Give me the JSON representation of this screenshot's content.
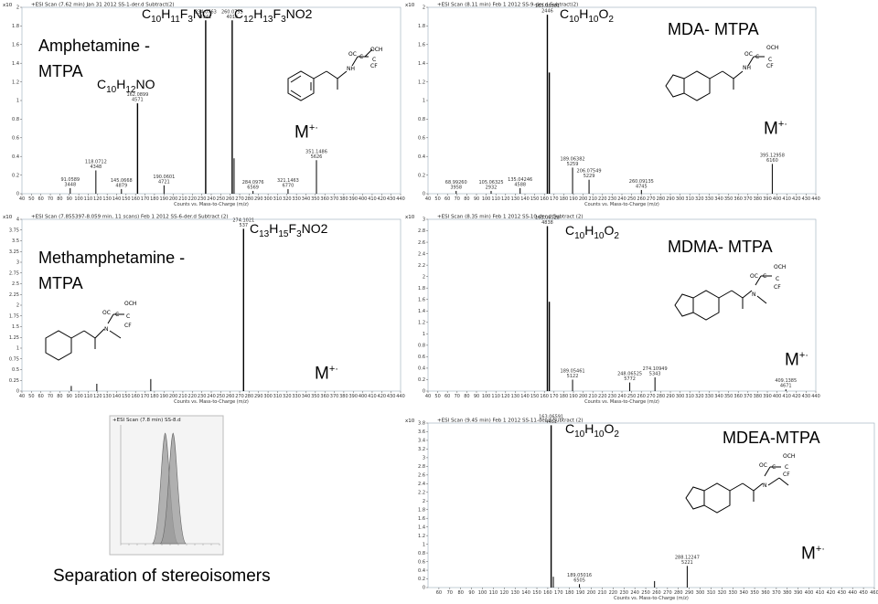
{
  "caption": "Separation of stereoisomers",
  "chart_data": [
    {
      "type": "bar",
      "header": "+ESI Scan (7.62 min) Jan 31 2012 SS-1-der.d Subtract(2)",
      "scale_label": "x10",
      "xlabel": "Counts vs. Mass-to-Charge (m/z)",
      "xlim": [
        40,
        440
      ],
      "ylim": [
        0,
        2.0
      ],
      "yticks": [
        "0",
        "0.2",
        "0.4",
        "0.6",
        "0.8",
        "1",
        "1.2",
        "1.4",
        "1.6",
        "1.8",
        "2"
      ],
      "xticks": [
        "40",
        "50",
        "60",
        "70",
        "80",
        "90",
        "100",
        "110",
        "120",
        "130",
        "140",
        "150",
        "160",
        "170",
        "180",
        "190",
        "200",
        "210",
        "220",
        "230",
        "240",
        "250",
        "260",
        "270",
        "280",
        "290",
        "300",
        "310",
        "320",
        "330",
        "340",
        "350",
        "360",
        "370",
        "380",
        "390",
        "400",
        "410",
        "420",
        "430",
        "440"
      ],
      "compound": "Amphetamine -\nMTPA",
      "formulas": [
        {
          "main": "C",
          "sub1": "10",
          "mid1": "H",
          "sub2": "11",
          "mid2": "F",
          "sub3": "3",
          "tail": "NO"
        },
        {
          "main": "C",
          "sub1": "12",
          "mid1": "H",
          "sub2": "13",
          "mid2": "F",
          "sub3": "3",
          "tail": "NO2"
        },
        {
          "main": "C",
          "sub1": "10",
          "mid1": "H",
          "sub2": "12",
          "mid2": "",
          "sub3": "",
          "tail": "NO"
        }
      ],
      "molecular_ion": "M",
      "molecular_ion_sup": "+·",
      "peaks": [
        {
          "x": 91.0,
          "y": 0.06,
          "label": "91.0589",
          "label2": "3448"
        },
        {
          "x": 118.1,
          "y": 0.25,
          "label": "118.0712",
          "label2": "4348"
        },
        {
          "x": 145.1,
          "y": 0.05,
          "label": "145.0668",
          "label2": "4879"
        },
        {
          "x": 162.1,
          "y": 0.97,
          "label": "162.0899",
          "label2": "4571"
        },
        {
          "x": 190.1,
          "y": 0.09,
          "label": "190.0601",
          "label2": "4721"
        },
        {
          "x": 234.1,
          "y": 1.86,
          "label": "234.0763",
          "label2": "4341"
        },
        {
          "x": 262.1,
          "y": 1.86,
          "label": "260.0755",
          "label2": "4016"
        },
        {
          "x": 264.1,
          "y": 0.38,
          "label": "",
          "label2": ""
        },
        {
          "x": 284.1,
          "y": 0.03,
          "label": "284.0976",
          "label2": "6569"
        },
        {
          "x": 321.1,
          "y": 0.05,
          "label": "321.1463",
          "label2": "6770"
        },
        {
          "x": 351.1,
          "y": 0.36,
          "label": "351.1486",
          "label2": "5626"
        }
      ]
    },
    {
      "type": "bar",
      "header": "+ESI Scan (8.11 min) Feb 1 2012 SS-9-der.d Subtract(2)",
      "scale_label": "x10",
      "xlabel": "Counts vs. Mass-to-Charge (m/z)",
      "xlim": [
        40,
        440
      ],
      "ylim": [
        0,
        2.0
      ],
      "yticks": [
        "0",
        "0.2",
        "0.4",
        "0.6",
        "0.8",
        "1",
        "1.2",
        "1.4",
        "1.6",
        "1.8",
        "2"
      ],
      "xticks": [
        "40",
        "50",
        "60",
        "70",
        "80",
        "90",
        "100",
        "110",
        "120",
        "130",
        "140",
        "150",
        "160",
        "170",
        "180",
        "190",
        "200",
        "210",
        "220",
        "230",
        "240",
        "250",
        "260",
        "270",
        "280",
        "290",
        "300",
        "310",
        "320",
        "330",
        "340",
        "350",
        "360",
        "370",
        "380",
        "390",
        "400",
        "410",
        "420",
        "430",
        "440"
      ],
      "compound": "MDA- MTPA",
      "formulas": [
        {
          "main": "C",
          "sub1": "10",
          "mid1": "H",
          "sub2": "10",
          "mid2": "O",
          "sub3": "2",
          "tail": ""
        }
      ],
      "molecular_ion": "M",
      "molecular_ion_sup": "+·",
      "peaks": [
        {
          "x": 69.0,
          "y": 0.03,
          "label": "68.99260",
          "label2": "3958"
        },
        {
          "x": 105.1,
          "y": 0.03,
          "label": "105.06325",
          "label2": "2932"
        },
        {
          "x": 135.0,
          "y": 0.06,
          "label": "135.04246",
          "label2": "4588"
        },
        {
          "x": 163.1,
          "y": 1.92,
          "label": "163.08301",
          "label2": "2446"
        },
        {
          "x": 165.1,
          "y": 1.3,
          "label": "",
          "label2": ""
        },
        {
          "x": 189.1,
          "y": 0.28,
          "label": "189.06382",
          "label2": "5259"
        },
        {
          "x": 206.1,
          "y": 0.15,
          "label": "206.07549",
          "label2": "5229"
        },
        {
          "x": 260.1,
          "y": 0.04,
          "label": "260.09135",
          "label2": "4745"
        },
        {
          "x": 395.1,
          "y": 0.32,
          "label": "395.12958",
          "label2": "6160"
        }
      ]
    },
    {
      "type": "bar",
      "header": "+ESI Scan (7.855397-8.059 min, 11 scans) Feb 1 2012 SS-6-der.d Subtract (2)",
      "scale_label": "x10",
      "xlabel": "Counts vs. Mass-to-Charge (m/z)",
      "xlim": [
        40,
        440
      ],
      "ylim": [
        0,
        4.0
      ],
      "yticks": [
        "0",
        "0.25",
        "0.5",
        "0.75",
        "1",
        "1.25",
        "1.5",
        "1.75",
        "2",
        "2.25",
        "2.5",
        "2.75",
        "3",
        "3.25",
        "3.5",
        "3.75",
        "4"
      ],
      "xticks": [
        "40",
        "50",
        "60",
        "70",
        "80",
        "90",
        "100",
        "110",
        "120",
        "130",
        "140",
        "150",
        "160",
        "170",
        "180",
        "190",
        "200",
        "210",
        "220",
        "230",
        "240",
        "250",
        "260",
        "270",
        "280",
        "290",
        "300",
        "310",
        "320",
        "330",
        "340",
        "350",
        "360",
        "370",
        "380",
        "390",
        "400",
        "410",
        "420",
        "430",
        "440"
      ],
      "compound": "Methamphetamine -\nMTPA",
      "formulas": [
        {
          "main": "C",
          "sub1": "13",
          "mid1": "H",
          "sub2": "15",
          "mid2": "F",
          "sub3": "3",
          "tail": "NO2"
        }
      ],
      "molecular_ion": "M",
      "molecular_ion_sup": "+·",
      "peaks": [
        {
          "x": 92.1,
          "y": 0.12,
          "label": "",
          "label2": ""
        },
        {
          "x": 119.1,
          "y": 0.17,
          "label": "",
          "label2": ""
        },
        {
          "x": 176.1,
          "y": 0.28,
          "label": "",
          "label2": ""
        },
        {
          "x": 274.1,
          "y": 3.78,
          "label": "274.1021",
          "label2": "537"
        }
      ]
    },
    {
      "type": "bar",
      "header": "+ESI Scan (8.35 min) Feb 1 2012 SS-10-der.d Subtract (2)",
      "scale_label": "x10",
      "xlabel": "Counts vs. Mass-to-Charge (m/z)",
      "xlim": [
        40,
        440
      ],
      "ylim": [
        0,
        3.0
      ],
      "yticks": [
        "0",
        "0.2",
        "0.4",
        "0.6",
        "0.8",
        "1",
        "1.2",
        "1.4",
        "1.6",
        "1.8",
        "2",
        "2.2",
        "2.4",
        "2.6",
        "2.8",
        "3"
      ],
      "xticks": [
        "40",
        "50",
        "60",
        "70",
        "80",
        "90",
        "100",
        "110",
        "120",
        "130",
        "140",
        "150",
        "160",
        "170",
        "180",
        "190",
        "200",
        "210",
        "220",
        "230",
        "240",
        "250",
        "260",
        "270",
        "280",
        "290",
        "300",
        "310",
        "320",
        "330",
        "340",
        "350",
        "360",
        "370",
        "380",
        "390",
        "400",
        "410",
        "420",
        "430",
        "440"
      ],
      "compound": "MDMA- MTPA",
      "formulas": [
        {
          "main": "C",
          "sub1": "10",
          "mid1": "H",
          "sub2": "10",
          "mid2": "O",
          "sub3": "2",
          "tail": ""
        }
      ],
      "molecular_ion": "M",
      "molecular_ion_sup": "+·",
      "peaks": [
        {
          "x": 163.1,
          "y": 2.88,
          "label": "163.06528",
          "label2": "4838"
        },
        {
          "x": 165.1,
          "y": 1.56,
          "label": "",
          "label2": ""
        },
        {
          "x": 189.1,
          "y": 0.2,
          "label": "189.05461",
          "label2": "5122"
        },
        {
          "x": 248.1,
          "y": 0.15,
          "label": "248.06525",
          "label2": "5772"
        },
        {
          "x": 274.1,
          "y": 0.24,
          "label": "274.10949",
          "label2": "5343"
        },
        {
          "x": 409.1,
          "y": 0.03,
          "label": "409.1385",
          "label2": "4671"
        }
      ]
    },
    {
      "type": "bar",
      "header": "+ESI Scan (9.45 min) Feb 1 2012 SS-11-der.d Subtract (2)",
      "scale_label": "x10",
      "xlabel": "Counts vs. Mass-to-Charge (m/z)",
      "xlim": [
        50,
        460
      ],
      "ylim": [
        0,
        3.8
      ],
      "yticks": [
        "0",
        "0.2",
        "0.4",
        "0.6",
        "0.8",
        "1",
        "1.2",
        "1.4",
        "1.6",
        "1.8",
        "2",
        "2.2",
        "2.4",
        "2.6",
        "2.8",
        "3",
        "3.2",
        "3.4",
        "3.6",
        "3.8"
      ],
      "xticks": [
        "60",
        "70",
        "80",
        "90",
        "100",
        "110",
        "120",
        "130",
        "140",
        "150",
        "160",
        "170",
        "180",
        "190",
        "200",
        "210",
        "220",
        "230",
        "240",
        "250",
        "260",
        "270",
        "280",
        "290",
        "300",
        "310",
        "320",
        "330",
        "340",
        "350",
        "360",
        "370",
        "380",
        "390",
        "400",
        "410",
        "420",
        "430",
        "440",
        "450",
        "460"
      ],
      "compound": "MDEA-MTPA",
      "formulas": [
        {
          "main": "C",
          "sub1": "10",
          "mid1": "H",
          "sub2": "10",
          "mid2": "O",
          "sub3": "2",
          "tail": ""
        }
      ],
      "molecular_ion": "M",
      "molecular_ion_sup": "+·",
      "peaks": [
        {
          "x": 163.1,
          "y": 3.75,
          "label": "163.06591",
          "label2": "4461"
        },
        {
          "x": 165.1,
          "y": 0.25,
          "label": "",
          "label2": ""
        },
        {
          "x": 189.1,
          "y": 0.08,
          "label": "189.05016",
          "label2": "6505"
        },
        {
          "x": 258.1,
          "y": 0.15,
          "label": "",
          "label2": ""
        },
        {
          "x": 288.1,
          "y": 0.5,
          "label": "288.12247",
          "label2": "5221"
        }
      ]
    }
  ],
  "inset_chart": {
    "type": "area",
    "header": "+ESI Scan (7.8 min) SS-8.d",
    "peaks": [
      {
        "x": 0.45,
        "y": 0.93
      },
      {
        "x": 0.53,
        "y": 0.93
      }
    ]
  }
}
